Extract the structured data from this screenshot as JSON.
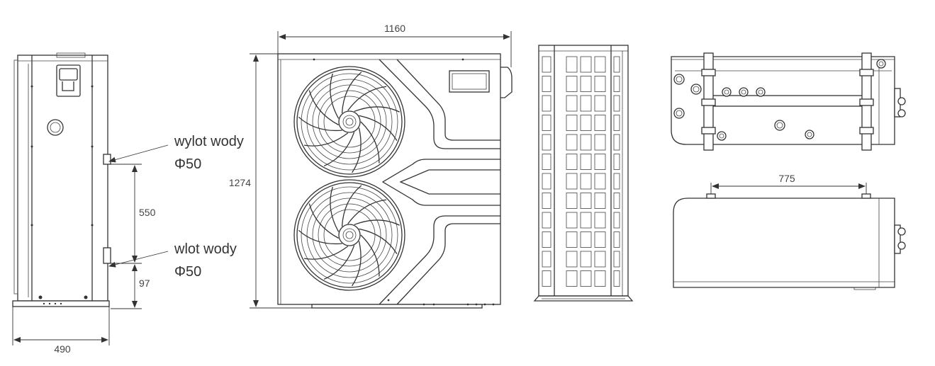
{
  "dimensions": {
    "side_width": "490",
    "outlet_to_inlet": "550",
    "inlet_height": "97",
    "front_width": "1160",
    "front_height": "1274",
    "bracket_spacing": "775"
  },
  "labels": {
    "outlet_name": "wylot wody",
    "outlet_size": "Φ50",
    "inlet_name": "wlot wody",
    "inlet_size": "Φ50"
  }
}
